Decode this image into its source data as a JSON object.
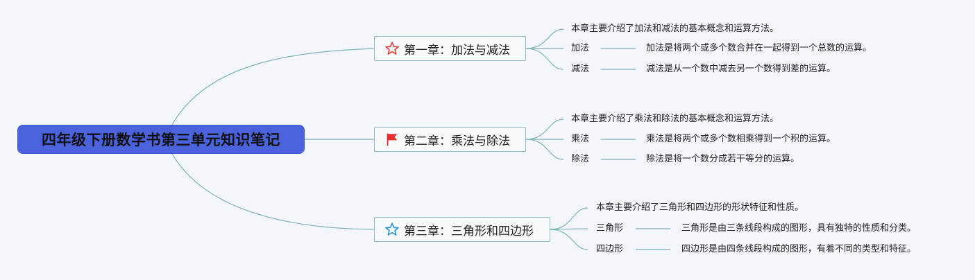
{
  "root": {
    "title": "四年级下册数学书第三单元知识笔记"
  },
  "colors": {
    "root_bg": "#4a63dc",
    "connector": "#7fb3b6",
    "background": "#f3f7fc"
  },
  "chapters": [
    {
      "title": "第一章：加法与减法",
      "icon": "star-outline-red-icon",
      "summary": "本章主要介绍了加法和减法的基本概念和运算方法。",
      "topics": [
        {
          "term": "加法",
          "definition": "加法是将两个或多个数合并在一起得到一个总数的运算。"
        },
        {
          "term": "减法",
          "definition": "减法是从一个数中减去另一个数得到差的运算。"
        }
      ]
    },
    {
      "title": "第二章：乘法与除法",
      "icon": "red-flag-icon",
      "summary": "本章主要介绍了乘法和除法的基本概念和运算方法。",
      "topics": [
        {
          "term": "乘法",
          "definition": "乘法是将两个或多个数相乘得到一个积的运算。"
        },
        {
          "term": "除法",
          "definition": "除法是将一个数分成若干等分的运算。"
        }
      ]
    },
    {
      "title": "第三章：三角形和四边形",
      "icon": "star-outline-blue-icon",
      "summary": "本章主要介绍了三角形和四边形的形状特征和性质。",
      "topics": [
        {
          "term": "三角形",
          "definition": "三角形是由三条线段构成的图形，具有独特的性质和分类。"
        },
        {
          "term": "四边形",
          "definition": "四边形是由四条线段构成的图形，有着不同的类型和特征。"
        }
      ]
    }
  ]
}
